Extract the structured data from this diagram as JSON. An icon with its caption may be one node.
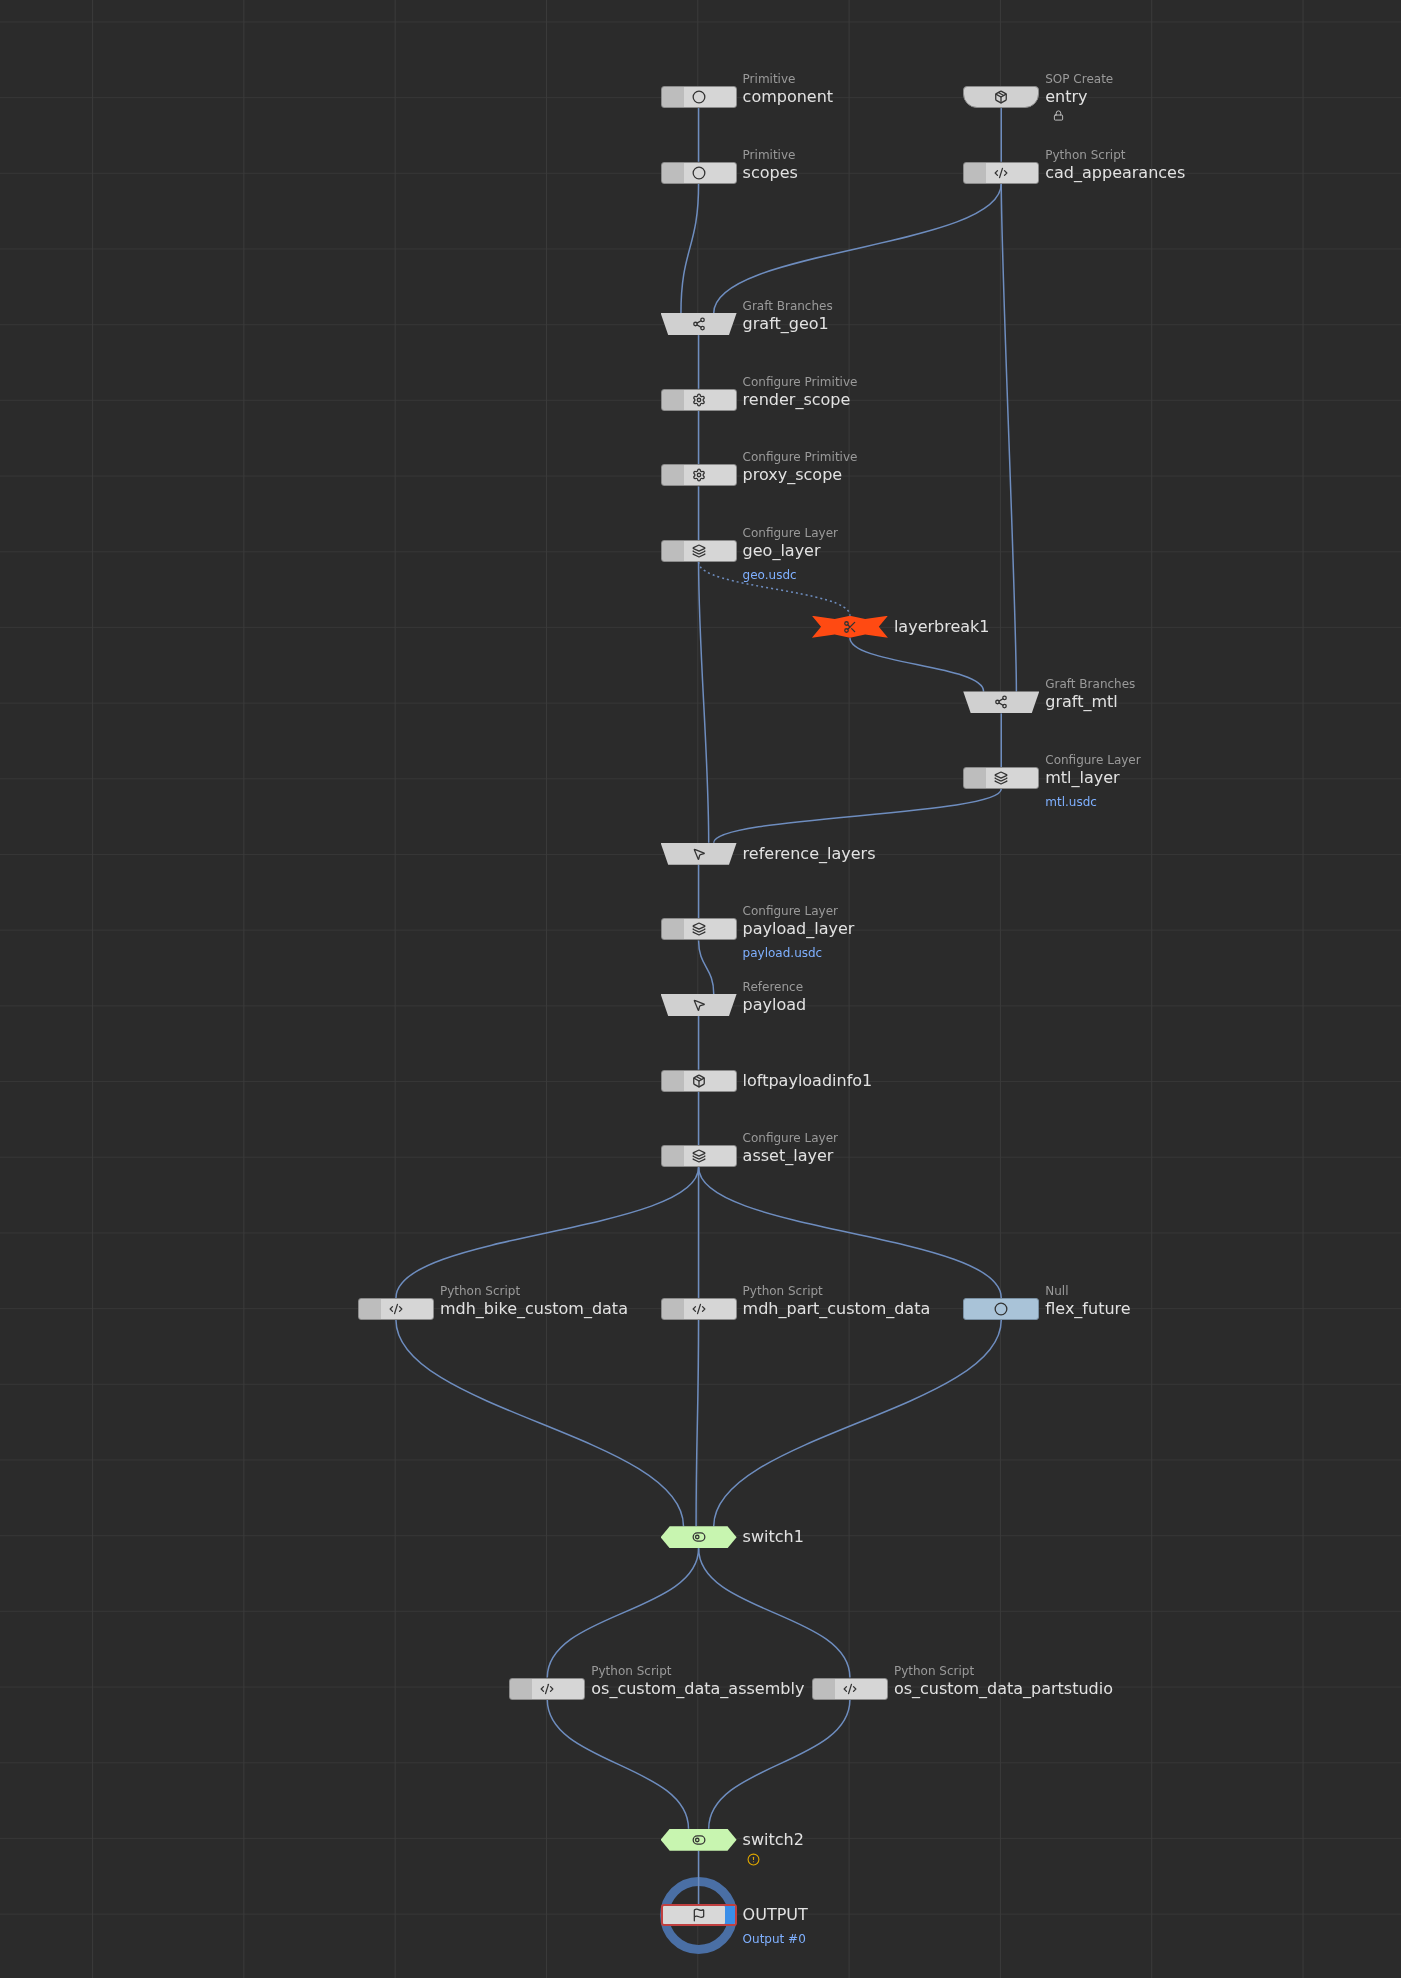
{
  "diagram": {
    "nodes": [
      {
        "text": [
          "Primitive",
          "component"
        ]
      },
      {
        "text": [
          "SOP Create",
          "entry"
        ]
      },
      {
        "text": [
          "Primitive",
          "scopes"
        ]
      },
      {
        "text": [
          "Python Script",
          "cad_appearances"
        ]
      },
      {
        "text": [
          "Graft Branches",
          "graft_geo1"
        ]
      },
      {
        "text": [
          "Configure Primitive",
          "render_scope"
        ]
      },
      {
        "text": [
          "Configure Primitive",
          "proxy_scope"
        ]
      },
      {
        "text": [
          "Configure Layer",
          "geo_layer"
        ],
        "beside": [
          "geo.usdc"
        ]
      },
      {
        "text": [
          "layerbreak1"
        ]
      },
      {
        "text": [
          "Graft Branches",
          "graft_mtl"
        ]
      },
      {
        "text": [
          "Configure Layer",
          "mtl_layer"
        ],
        "beside": [
          "mtl.usdc"
        ]
      },
      {
        "text": [
          "reference_layers"
        ]
      },
      {
        "text": [
          "Configure Layer",
          "payload_layer"
        ],
        "beside": [
          "payload.usdc"
        ]
      },
      {
        "text": [
          "Reference",
          "payload"
        ]
      },
      {
        "text": [
          "loftpayloadinfo1"
        ]
      },
      {
        "text": [
          "Configure Layer",
          "asset_layer"
        ]
      },
      {
        "text": [
          "Python Script",
          "mdh_bike_custom_data"
        ]
      },
      {
        "text": [
          "Python Script",
          "mdh_part_custom_data"
        ]
      },
      {
        "text": [
          "Null",
          "flex_future"
        ]
      },
      {
        "text": [
          "switch1"
        ]
      },
      {
        "text": [
          "Python Script",
          "os_custom_data_assembly"
        ]
      },
      {
        "text": [
          "Python Script",
          "os_custom_data_partstudio"
        ]
      },
      {
        "text": [
          "switch2"
        ]
      },
      {
        "text": [
          "OUTPUT"
        ],
        "beside": [
          "Output #0"
        ]
      }
    ],
    "edges": [
      {
        "from": 0,
        "to": 2,
        "arrow": "none"
      },
      {
        "from": 1,
        "to": 3,
        "arrow": "none"
      },
      {
        "from": 2,
        "to": 4,
        "arrow": "none"
      },
      {
        "from": 3,
        "to": 4,
        "arrow": "none"
      },
      {
        "from": 4,
        "to": 5,
        "arrow": "none"
      },
      {
        "from": 5,
        "to": 6,
        "arrow": "none"
      },
      {
        "from": 6,
        "to": 7,
        "arrow": "none"
      },
      {
        "from": 7,
        "to": 8,
        "arrow": "none",
        "style": "dashed"
      },
      {
        "from": 8,
        "to": 9,
        "arrow": "none"
      },
      {
        "from": 3,
        "to": 9,
        "arrow": "none"
      },
      {
        "from": 9,
        "to": 10,
        "arrow": "none"
      },
      {
        "from": 7,
        "to": 11,
        "arrow": "none"
      },
      {
        "from": 10,
        "to": 11,
        "arrow": "none"
      },
      {
        "from": 11,
        "to": 12,
        "arrow": "none"
      },
      {
        "from": 12,
        "to": 13,
        "arrow": "none"
      },
      {
        "from": 13,
        "to": 14,
        "arrow": "none"
      },
      {
        "from": 14,
        "to": 15,
        "arrow": "none"
      },
      {
        "from": 15,
        "to": 16,
        "arrow": "none"
      },
      {
        "from": 15,
        "to": 17,
        "arrow": "none"
      },
      {
        "from": 15,
        "to": 18,
        "arrow": "none"
      },
      {
        "from": 16,
        "to": 19,
        "arrow": "none"
      },
      {
        "from": 17,
        "to": 19,
        "arrow": "none"
      },
      {
        "from": 18,
        "to": 19,
        "arrow": "none"
      },
      {
        "from": 19,
        "to": 20,
        "arrow": "none"
      },
      {
        "from": 19,
        "to": 21,
        "arrow": "none"
      },
      {
        "from": 20,
        "to": 22,
        "arrow": "none"
      },
      {
        "from": 21,
        "to": 22,
        "arrow": "none"
      },
      {
        "from": 22,
        "to": 23,
        "arrow": "none"
      }
    ]
  }
}
